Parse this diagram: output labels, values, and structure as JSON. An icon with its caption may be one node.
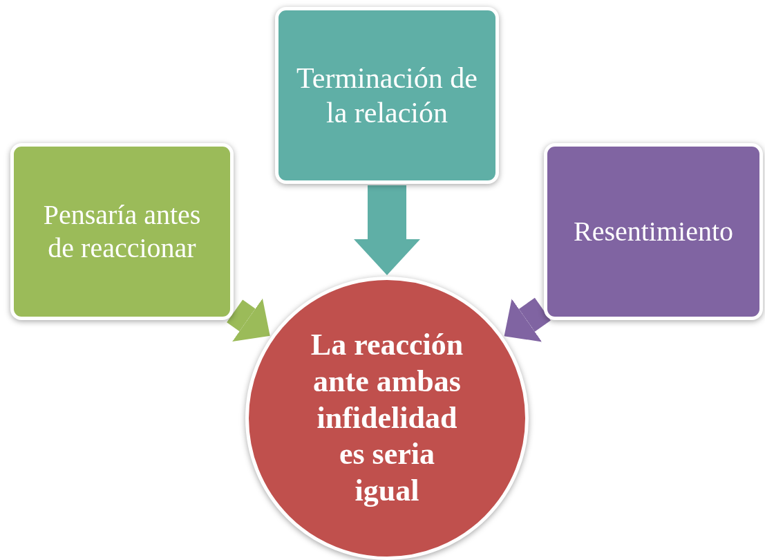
{
  "diagram": {
    "nodes": [
      {
        "text": [
          "Terminación de la relación"
        ]
      },
      {
        "text": [
          "Pensaría antes de reaccionar"
        ]
      },
      {
        "text": [
          "Resentimiento"
        ]
      },
      {
        "text": [
          "La reacción ante ambas infidelidad es seria igual"
        ]
      }
    ],
    "edges": [
      {
        "from": 0,
        "to": 3,
        "arrow": "to",
        "color": "#5fafa6"
      },
      {
        "from": 1,
        "to": 3,
        "arrow": "to",
        "color": "#9bbb59"
      },
      {
        "from": 2,
        "to": 3,
        "arrow": "to",
        "color": "#8064a2"
      }
    ]
  }
}
